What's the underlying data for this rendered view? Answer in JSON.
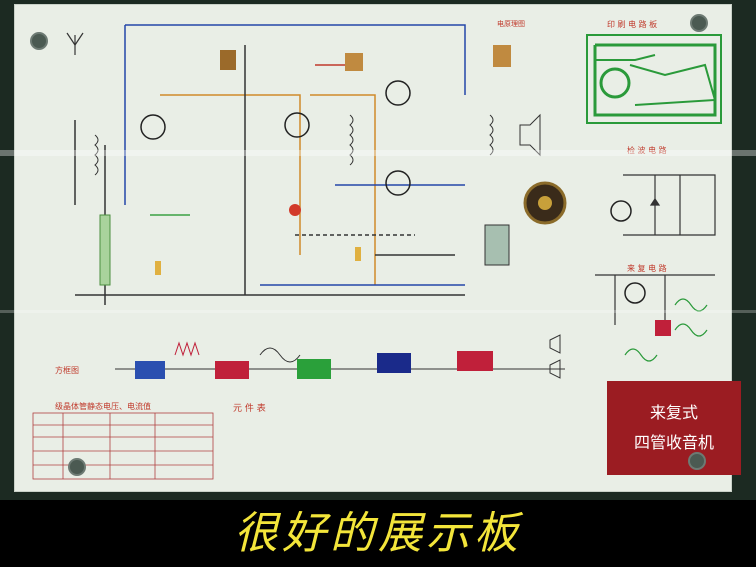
{
  "board": {
    "label_power": "电原理图",
    "label_pcb": "印 刷 电 路 板",
    "label_detect": "检 波 电 路",
    "label_reflex": "来 复 电 路",
    "label_block": "方框图",
    "label_parts": "元 件 表",
    "label_voltage": "级晶体管静态电压、电流值",
    "title_line1": "来复式",
    "title_line2": "四管收音机"
  },
  "caption": "很好的展示板",
  "colors": {
    "board_bg": "#e9eee6",
    "wire_blue": "#2446a8",
    "wire_green": "#3aa043",
    "wire_orange": "#d08a2a",
    "title_red": "#9b1c22",
    "caption_yellow": "#f3e53a"
  }
}
